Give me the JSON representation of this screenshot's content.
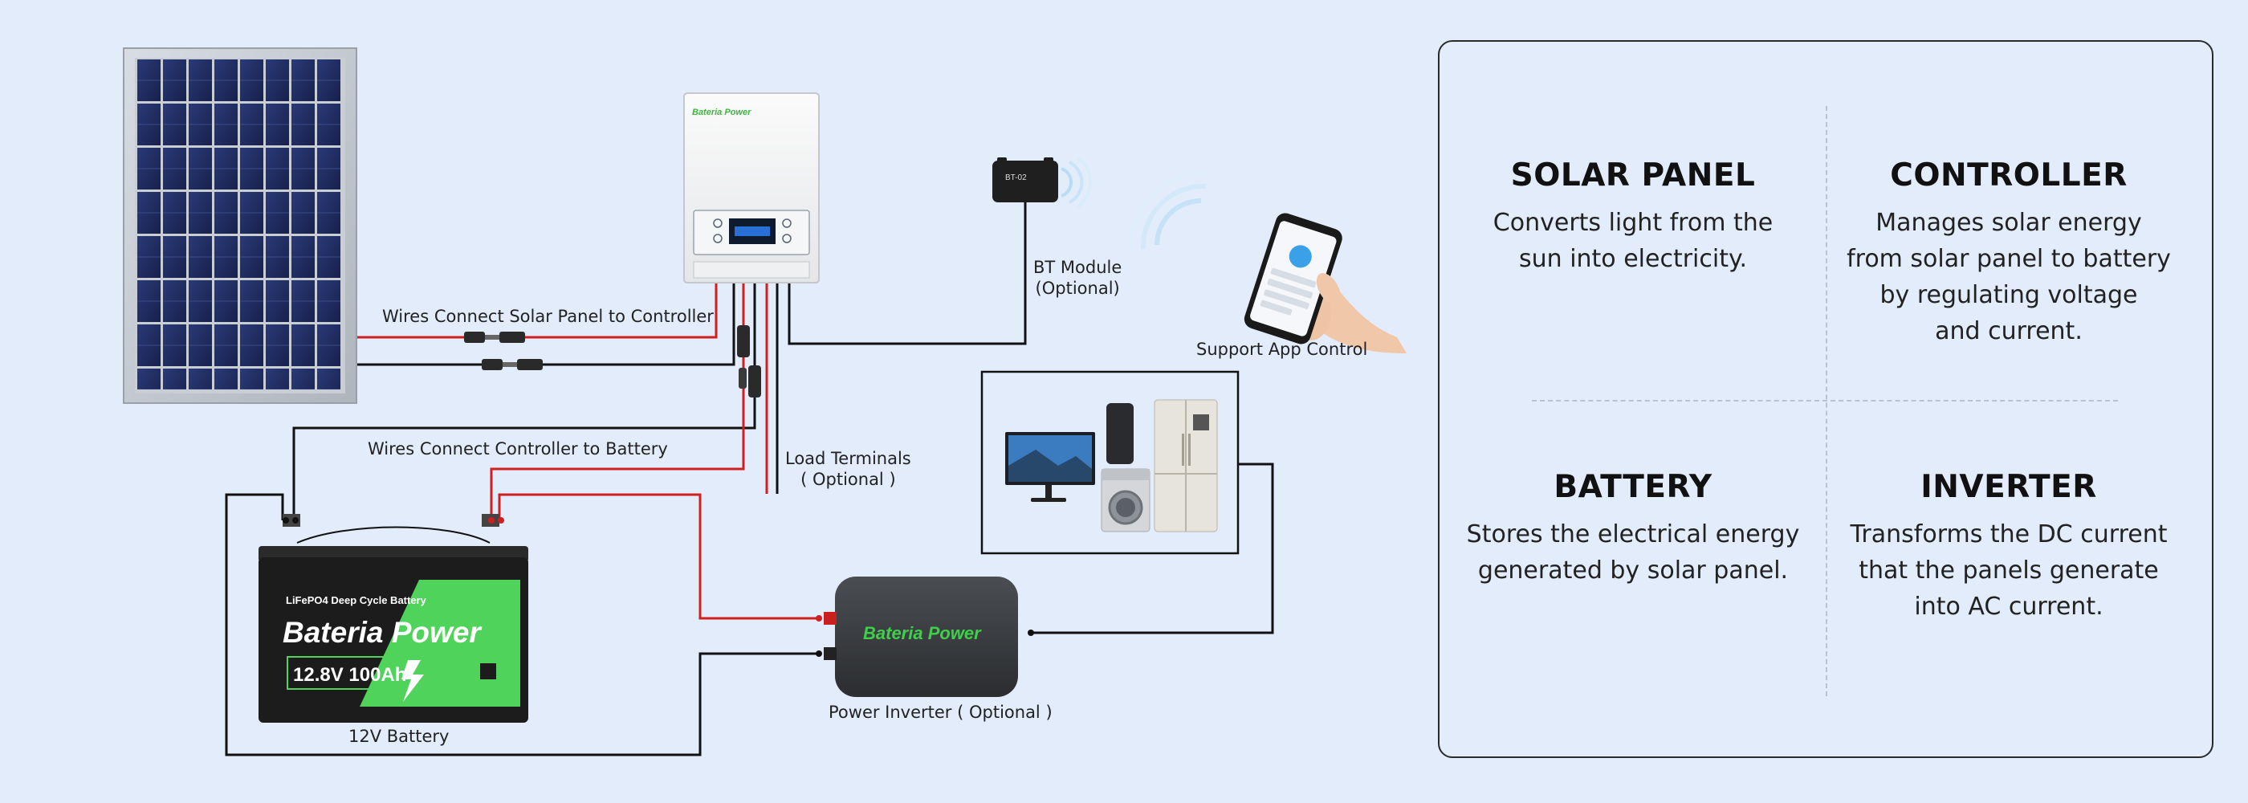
{
  "brand": {
    "name": "Bateria Power",
    "accent": "#3fd04a"
  },
  "components": {
    "battery_spec": "12.8V 100Ah",
    "battery_type": "LiFePO4 Deep Cycle Battery",
    "bt_module_model": "BT-02"
  },
  "diagram_labels": {
    "wires_solar_controller": "Wires Connect Solar Panel to Controller",
    "wires_controller_battery": "Wires Connect Controller to Battery",
    "bt_module": "BT Module",
    "bt_module_optional": "(Optional)",
    "support_app": "Support App Control",
    "load_terminals": "Load Terminals",
    "load_terminals_optional": "( Optional )",
    "battery": "12V Battery",
    "inverter": "Power Inverter ( Optional )"
  },
  "info": {
    "solar_panel": {
      "title": "SOLAR PANEL",
      "desc": "Converts light from the\nsun into electricity."
    },
    "controller": {
      "title": "CONTROLLER",
      "desc": "Manages solar energy\nfrom solar panel to battery\nby regulating voltage\nand current."
    },
    "battery": {
      "title": "BATTERY",
      "desc": "Stores the electrical energy\ngenerated by solar panel."
    },
    "inverter": {
      "title": "INVERTER",
      "desc": "Transforms the DC current\nthat the panels generate\ninto AC current."
    }
  },
  "colors": {
    "wire_red": "#d11f1f",
    "wire_black": "#111111",
    "background": "#e2ecfb"
  }
}
